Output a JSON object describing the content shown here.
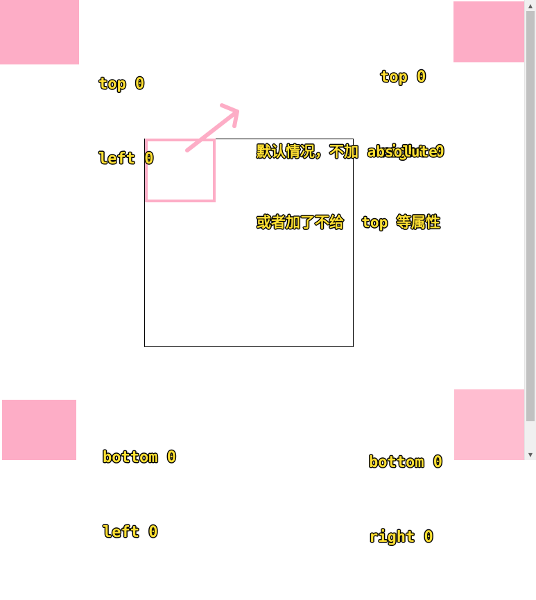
{
  "annotations": {
    "top_left": {
      "line1": "top 0",
      "line2": "left 0"
    },
    "top_right": {
      "line1": "top 0",
      "line2": "right 0"
    },
    "bottom_left": {
      "line1": "bottom 0",
      "line2": "left 0"
    },
    "bottom_right": {
      "line1": "bottom 0",
      "line2": "right 0"
    },
    "center": {
      "line1": "默认情况，不加 absolute",
      "line2": "或者加了不给  top 等属性"
    }
  },
  "colors": {
    "pink": "#fdadc6",
    "pink_light": "#ffbdd0",
    "label_fill": "#ffe033",
    "label_stroke": "#000000",
    "container_border": "#000000"
  },
  "icons": {
    "arrow": "arrow-up-right-icon",
    "scroll_up": "scroll-up-icon",
    "scroll_down": "scroll-down-icon"
  }
}
